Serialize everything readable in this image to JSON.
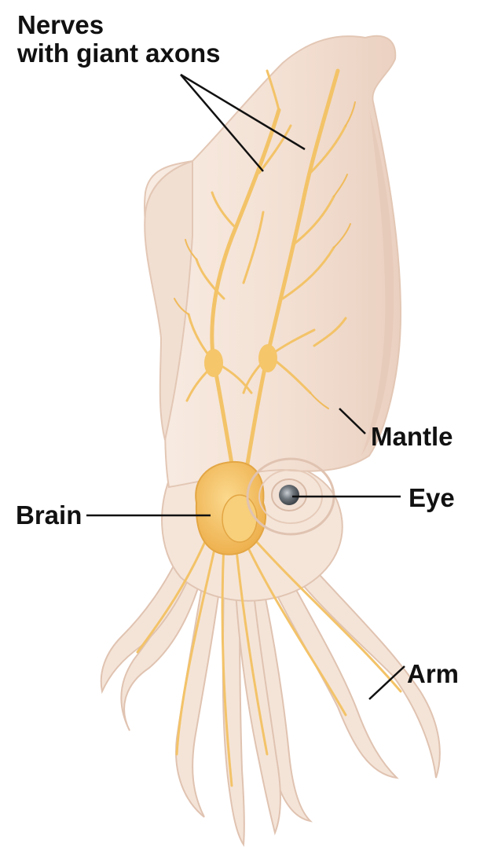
{
  "labels": {
    "nerves_line1": "Nerves",
    "nerves_line2": "with giant axons",
    "mantle": "Mantle",
    "eye": "Eye",
    "brain": "Brain",
    "arm": "Arm"
  },
  "colors": {
    "body": "#f6e7dc",
    "body_shadow": "#e9cdbd",
    "body_outline": "#e3c7b5",
    "nerve": "#f5c66a",
    "nerve_dark": "#e4a94a",
    "brain": "#f7c96b",
    "eye": "#6a7076",
    "leader_line": "#111111",
    "text": "#111111"
  }
}
